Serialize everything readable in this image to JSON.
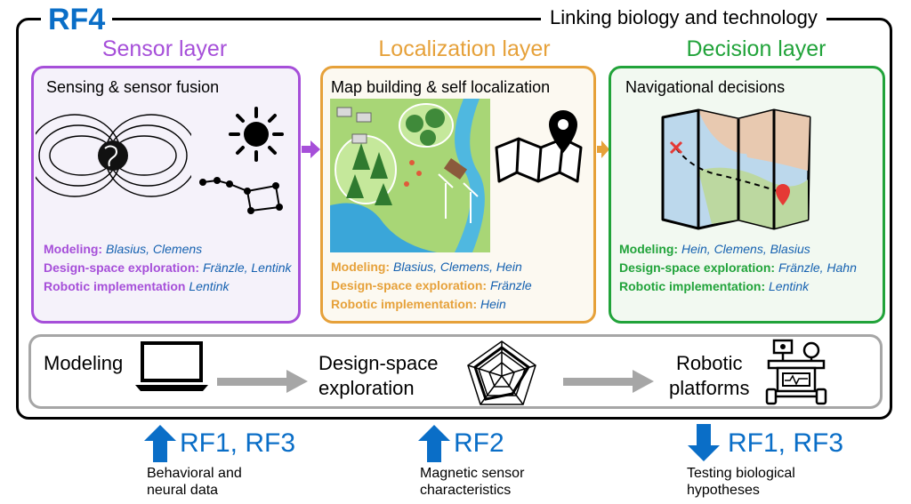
{
  "header": {
    "title": "RF4",
    "tagline": "Linking biology and technology"
  },
  "layers": [
    {
      "name": "Sensor layer",
      "color": "#a64fd9",
      "panel_title": "Sensing & sensor fusion",
      "credits": [
        {
          "role": "Modeling:",
          "people": "Blasius, Clemens"
        },
        {
          "role": "Design-space exploration:",
          "people": "Fränzle, Lentink"
        },
        {
          "role": "Robotic implementation",
          "people": "Lentink"
        }
      ]
    },
    {
      "name": "Localization layer",
      "color": "#e6a13a",
      "panel_title": "Map building & self localization",
      "credits": [
        {
          "role": "Modeling:",
          "people": "Blasius, Clemens, Hein"
        },
        {
          "role": "Design-space exploration:",
          "people": "Fränzle"
        },
        {
          "role": "Robotic implementation:",
          "people": "Hein"
        }
      ]
    },
    {
      "name": "Decision layer",
      "color": "#21a33a",
      "panel_title": "Navigational decisions",
      "credits": [
        {
          "role": "Modeling:",
          "people": "Hein, Clemens, Blasius"
        },
        {
          "role": "Design-space exploration:",
          "people": "Fränzle, Hahn"
        },
        {
          "role": "Robotic implementation:",
          "people": "Lentink"
        }
      ]
    }
  ],
  "pipeline": {
    "stage1": "Modeling",
    "stage2_line1": "Design-space",
    "stage2_line2": "exploration",
    "stage3_line1": "Robotic",
    "stage3_line2": "platforms",
    "arrow_color": "#a6a6a6"
  },
  "links": [
    {
      "label": "RF1, RF3",
      "direction": "up",
      "desc_line1": "Behavioral and",
      "desc_line2": "neural data"
    },
    {
      "label": "RF2",
      "direction": "up",
      "desc_line1": "Magnetic sensor",
      "desc_line2": "characteristics"
    },
    {
      "label": "RF1, RF3",
      "direction": "down",
      "desc_line1": "Testing biological",
      "desc_line2": "hypotheses"
    }
  ],
  "icons": [
    "magnetic-field-icon",
    "sun-icon",
    "constellation-icon",
    "landscape-map-icon",
    "location-map-icon",
    "treasure-map-icon",
    "laptop-icon",
    "radar-chart-icon",
    "robot-icon"
  ]
}
